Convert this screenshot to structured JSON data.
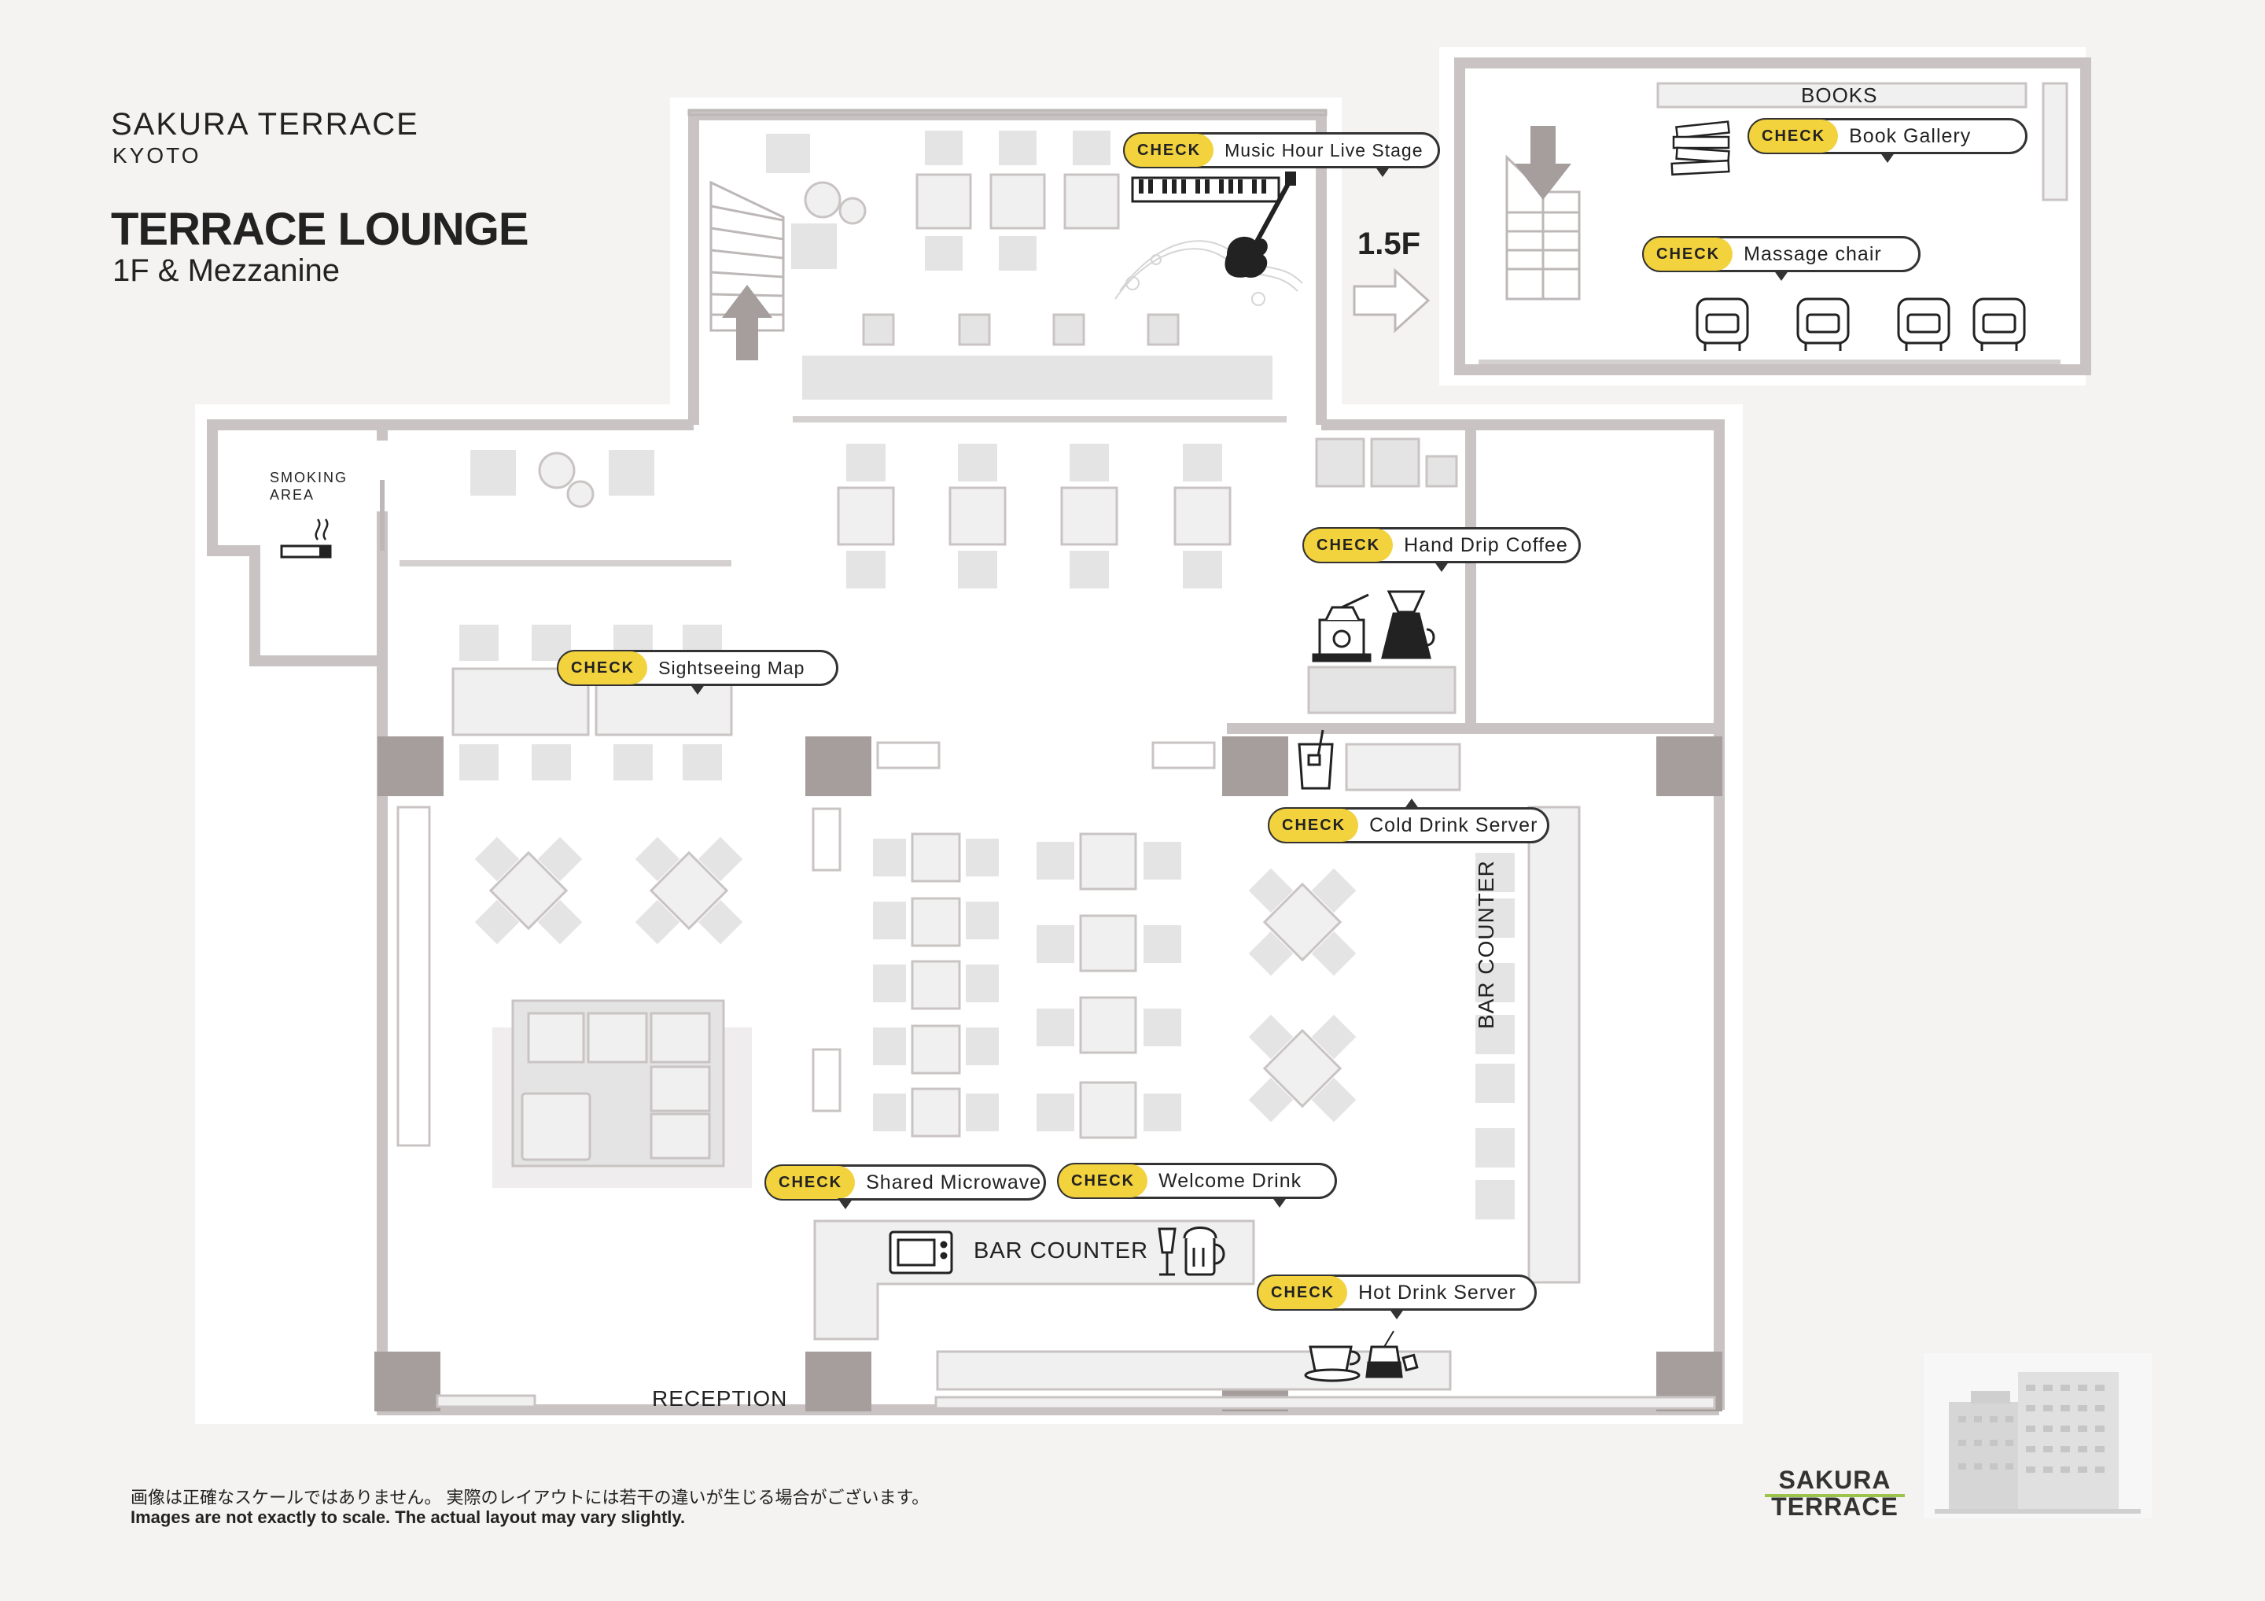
{
  "header": {
    "brand": "SAKURA TERRACE",
    "city": "KYOTO",
    "title": "TERRACE LOUNGE",
    "subtitle": "1F & Mezzanine"
  },
  "mezzanine": {
    "level_label": "1.5F",
    "books_label": "BOOKS"
  },
  "areas": {
    "smoking": "SMOKING\nAREA",
    "bar_counter_right": "BAR COUNTER",
    "bar_counter_bottom": "BAR COUNTER",
    "reception": "RECEPTION"
  },
  "check_tag": "CHECK",
  "checkpoints": [
    {
      "id": "music",
      "label": "Music Hour Live Stage"
    },
    {
      "id": "books",
      "label": "Book Gallery"
    },
    {
      "id": "massage",
      "label": "Massage chair"
    },
    {
      "id": "coffee",
      "label": "Hand Drip Coffee"
    },
    {
      "id": "map",
      "label": "Sightseeing Map"
    },
    {
      "id": "cold",
      "label": "Cold Drink Server"
    },
    {
      "id": "microwave",
      "label": "Shared Microwave"
    },
    {
      "id": "welcome",
      "label": "Welcome Drink"
    },
    {
      "id": "hot",
      "label": "Hot Drink Server"
    }
  ],
  "notes": {
    "ja": "画像は正確なスケールではありません。 実際のレイアウトには若干の違いが生じる場合がございます。",
    "en": "Images are not exactly to scale. The actual layout may vary slightly."
  },
  "logo": {
    "line1": "SAKURA",
    "line2": "TERRACE"
  },
  "colors": {
    "wall": "#c9c4c3",
    "furniture": "#e5e4e4",
    "pillar": "#a59e9d",
    "check": "#f2d23d",
    "floor": "#ffffff",
    "background": "#f4f3f2"
  }
}
